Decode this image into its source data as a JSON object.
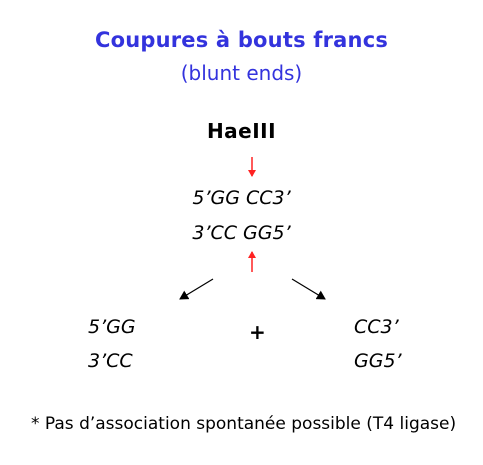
{
  "title": "Coupures à bouts francs",
  "subtitle": "(blunt ends)",
  "enzyme": "HaeIII",
  "site": {
    "top_strand": "5’GG CC3’",
    "bottom_strand": "3’CC GG5’"
  },
  "fragments": {
    "left": {
      "top": "5’GG",
      "bottom": "3’CC"
    },
    "right": {
      "top": "CC3’",
      "bottom": "GG5’"
    }
  },
  "plus": "+",
  "note": "* Pas d’association spontanée possible (T4 ligase)",
  "colors": {
    "title": "#3333dd",
    "cut_arrow": "#ff2222",
    "product_arrow": "#000000"
  }
}
